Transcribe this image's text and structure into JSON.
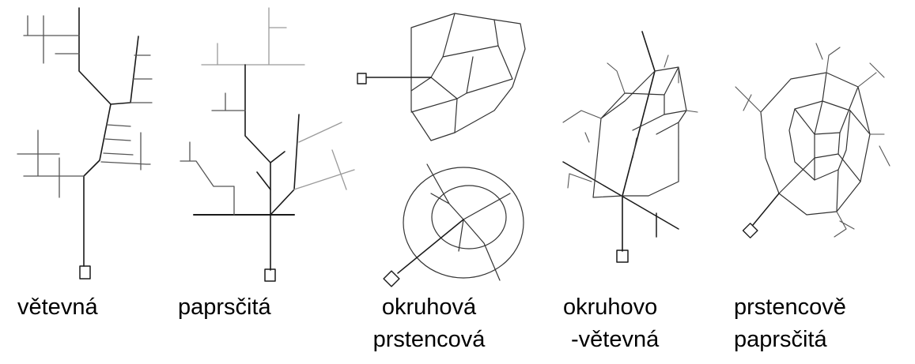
{
  "labels": {
    "vetevna": "větevná",
    "paprscita": "paprsčitá",
    "okruhova_line1": "okruhová",
    "okruhova_line2": "prstencová",
    "okruhovo_line1": "okruhovo",
    "okruhovo_line2": "-větevná",
    "prstencove_line1": "prstencově",
    "prstencove_line2": "paprsčitá"
  },
  "colors": {
    "line_dark": "#1a1a1a",
    "line_mid": "#666666",
    "line_light": "#9a9a9a",
    "background": "#ffffff"
  }
}
